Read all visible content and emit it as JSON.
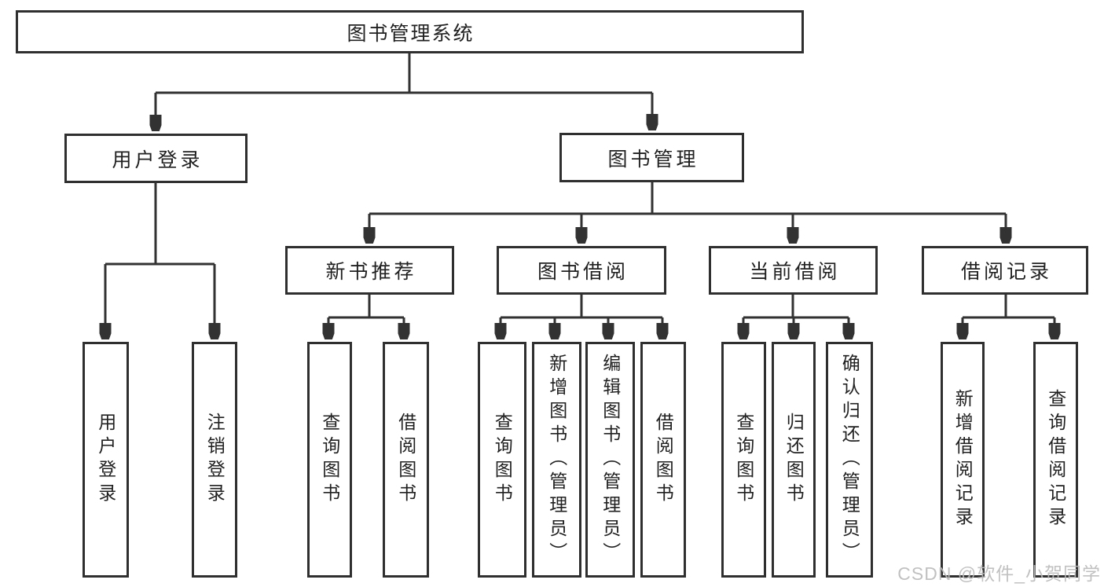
{
  "diagram": {
    "type": "function-structure-tree",
    "colors": {
      "background": "#ffffff",
      "box_border": "#2f2f2f",
      "connector_line": "#323232",
      "text": "#212121",
      "watermark": "#bababa"
    },
    "tree": {
      "root": "图书管理系统",
      "children": [
        {
          "label": "用户登录",
          "children": [
            "用户登录",
            "注销登录"
          ]
        },
        {
          "label": "图书管理",
          "children": [
            {
              "label": "新书推荐",
              "children": [
                "查询图书",
                "借阅图书"
              ]
            },
            {
              "label": "图书借阅",
              "children": [
                "查询图书",
                "新增图书（管理员）",
                "编辑图书（管理员）",
                "借阅图书"
              ]
            },
            {
              "label": "当前借阅",
              "children": [
                "查询图书",
                "归还图书",
                "确认归还（管理员）"
              ]
            },
            {
              "label": "借阅记录",
              "children": [
                "新增借阅记录",
                "查询借阅记录"
              ]
            }
          ]
        }
      ]
    },
    "watermark": {
      "text": "CSDN @软件_小贺同学"
    }
  }
}
